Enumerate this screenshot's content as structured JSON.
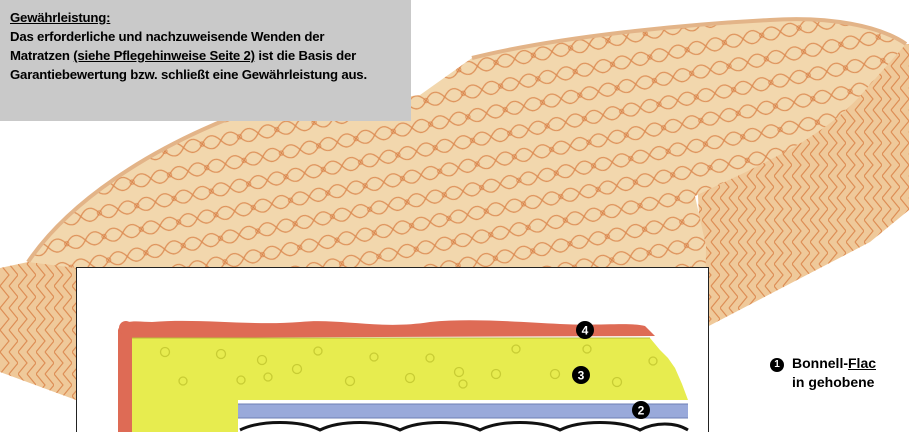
{
  "warranty": {
    "title": "Gewährleistung:",
    "line1": "Das erforderliche und nachzuweisende Wenden der",
    "line2_pre": "Matratzen ",
    "line2_link": "(siehe Pflegehinweise Seite 2)",
    "line2_post": " ist die Basis der",
    "line3": "Garantiebewertung bzw. schließt eine Gewährleistung aus."
  },
  "markers": {
    "m4": "4",
    "m3": "3",
    "m2": "2"
  },
  "legend": {
    "number": "1",
    "prefix": "Bonnell-",
    "underlined": "Flac",
    "line2": "in gehobene"
  },
  "colors": {
    "mattress_fill": "#f2d7ad",
    "spring_line": "#d77a3f",
    "foam_yellow": "#e7ec4f",
    "cover_red": "#de6b55",
    "layer_blue": "#99a9da",
    "box_gray": "#c9c9c9"
  }
}
